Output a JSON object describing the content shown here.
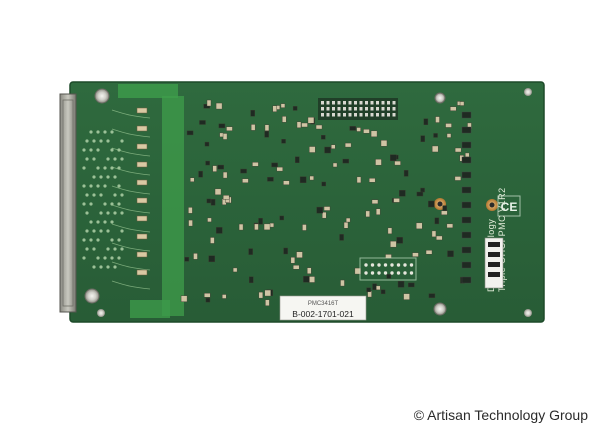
{
  "photo": {
    "board": {
      "label_part": "PMC3416T",
      "label_serial": "B-002-1701-021",
      "silkscreen_line1": "DSP Technology",
      "silkscreen_line2": "Triple OHCI PMC V1R2",
      "ce_mark": "CE"
    },
    "watermark": "© Artisan Technology Group"
  }
}
